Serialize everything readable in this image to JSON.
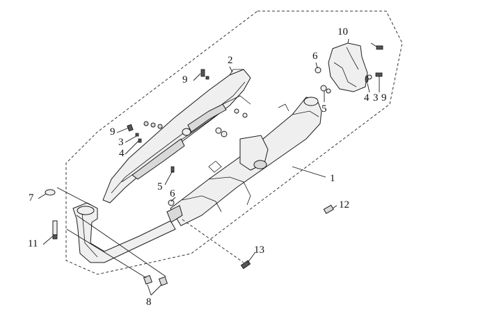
{
  "diagram": {
    "callouts": [
      {
        "id": "c1",
        "text": "1"
      },
      {
        "id": "c2",
        "text": "2"
      },
      {
        "id": "c3a",
        "text": "3"
      },
      {
        "id": "c3b",
        "text": "3"
      },
      {
        "id": "c4a",
        "text": "4"
      },
      {
        "id": "c4b",
        "text": "4"
      },
      {
        "id": "c5a",
        "text": "5"
      },
      {
        "id": "c5b",
        "text": "5"
      },
      {
        "id": "c6a",
        "text": "6"
      },
      {
        "id": "c6b",
        "text": "6"
      },
      {
        "id": "c7",
        "text": "7"
      },
      {
        "id": "c8",
        "text": "8"
      },
      {
        "id": "c9a",
        "text": "9"
      },
      {
        "id": "c9b",
        "text": "9"
      },
      {
        "id": "c9c",
        "text": "9"
      },
      {
        "id": "c10",
        "text": "10"
      },
      {
        "id": "c11",
        "text": "11"
      },
      {
        "id": "c12",
        "text": "12"
      },
      {
        "id": "c13",
        "text": "13"
      }
    ]
  }
}
